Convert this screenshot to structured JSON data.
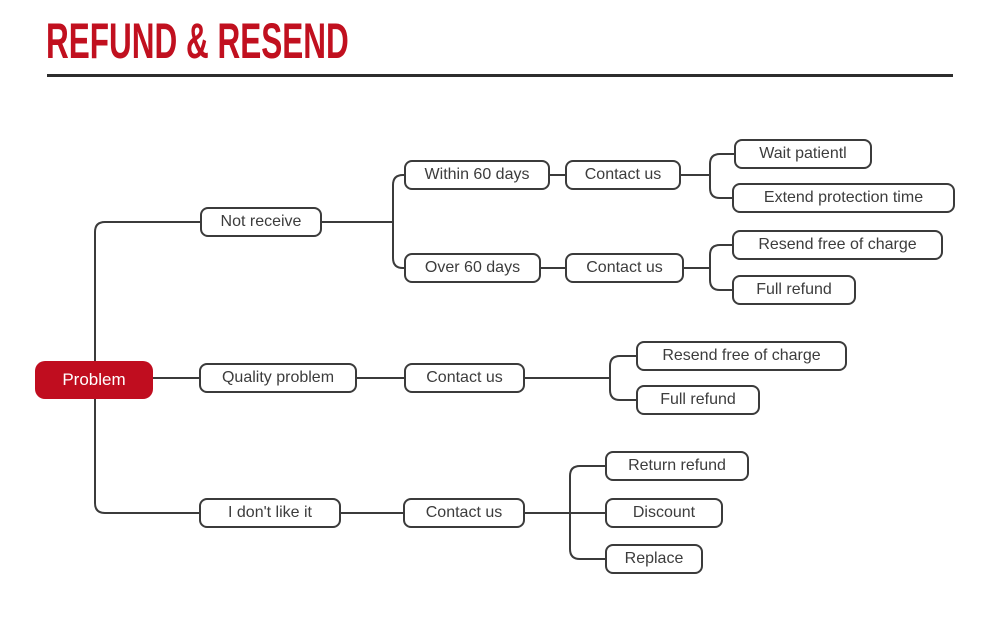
{
  "header": {
    "title": "REFUND & RESEND"
  },
  "colors": {
    "accent_red": "#c00d1f",
    "title_red": "#c1101f",
    "line_dark": "#3b3b3b",
    "rule_dark": "#2d2d2d",
    "background": "#ffffff"
  },
  "diagram": {
    "root": {
      "label": "Problem"
    },
    "branches": [
      {
        "label": "Not receive",
        "children": [
          {
            "label": "Within 60 days",
            "action": "Contact us",
            "outcomes": [
              "Wait patientl",
              "Extend protection time"
            ]
          },
          {
            "label": "Over 60 days",
            "action": "Contact us",
            "outcomes": [
              "Resend free of charge",
              "Full refund"
            ]
          }
        ]
      },
      {
        "label": "Quality problem",
        "action": "Contact us",
        "outcomes": [
          "Resend free of charge",
          "Full refund"
        ]
      },
      {
        "label": "I don't like it",
        "action": "Contact us",
        "outcomes": [
          "Return refund",
          "Discount",
          "Replace"
        ]
      }
    ]
  }
}
